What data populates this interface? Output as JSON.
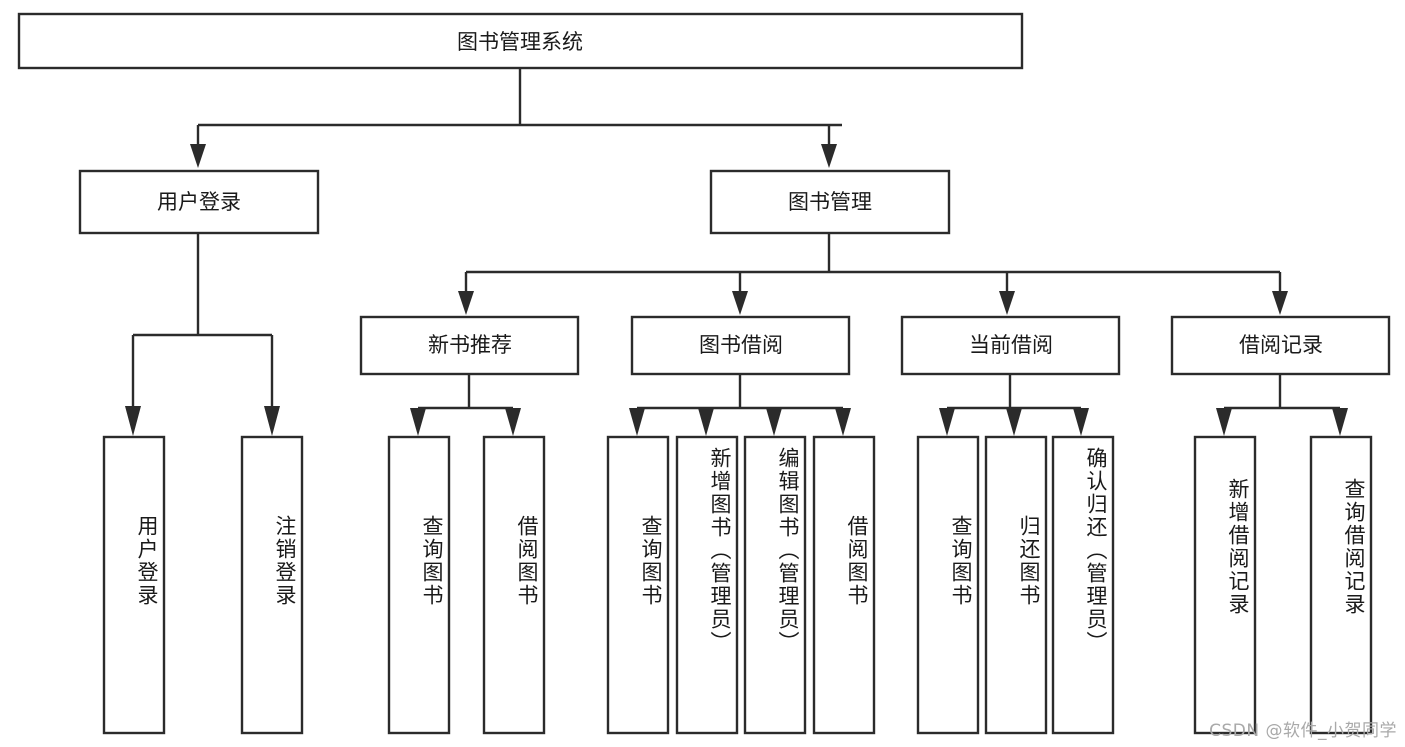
{
  "diagram": {
    "title": "图书管理系统",
    "type": "tree",
    "colors": {
      "box_fill": "#ffffff",
      "box_stroke": "#2b2b2b",
      "text": "#1a1a1a",
      "watermark": "#a9a9a9",
      "background": "#ffffff"
    },
    "root": {
      "id": "root",
      "label": "图书管理系统"
    },
    "level2": [
      {
        "id": "user-login",
        "label": "用户登录"
      },
      {
        "id": "book-manage",
        "label": "图书管理"
      }
    ],
    "level3": [
      {
        "id": "new-book-rec",
        "label": "新书推荐",
        "parent": "book-manage"
      },
      {
        "id": "book-borrow",
        "label": "图书借阅",
        "parent": "book-manage"
      },
      {
        "id": "current-borrow",
        "label": "当前借阅",
        "parent": "book-manage"
      },
      {
        "id": "borrow-record",
        "label": "借阅记录",
        "parent": "book-manage"
      }
    ],
    "leaves": [
      {
        "id": "leaf-user-login",
        "label": "用户登录",
        "parent": "user-login"
      },
      {
        "id": "leaf-logout",
        "label": "注销登录",
        "parent": "user-login"
      },
      {
        "id": "leaf-query-book-1",
        "label": "查询图书",
        "parent": "new-book-rec"
      },
      {
        "id": "leaf-borrow-book-1",
        "label": "借阅图书",
        "parent": "new-book-rec"
      },
      {
        "id": "leaf-query-book-2",
        "label": "查询图书",
        "parent": "book-borrow"
      },
      {
        "id": "leaf-add-book",
        "label": "新增图书（管理员）",
        "parent": "book-borrow"
      },
      {
        "id": "leaf-edit-book",
        "label": "编辑图书（管理员）",
        "parent": "book-borrow"
      },
      {
        "id": "leaf-borrow-book-2",
        "label": "借阅图书",
        "parent": "book-borrow"
      },
      {
        "id": "leaf-query-book-3",
        "label": "查询图书",
        "parent": "current-borrow"
      },
      {
        "id": "leaf-return-book",
        "label": "归还图书",
        "parent": "current-borrow"
      },
      {
        "id": "leaf-confirm-return",
        "label": "确认归还（管理员）",
        "parent": "current-borrow"
      },
      {
        "id": "leaf-add-record",
        "label": "新增借阅记录",
        "parent": "borrow-record"
      },
      {
        "id": "leaf-query-record",
        "label": "查询借阅记录",
        "parent": "borrow-record"
      }
    ],
    "watermark": "CSDN @软件_小贺同学"
  }
}
